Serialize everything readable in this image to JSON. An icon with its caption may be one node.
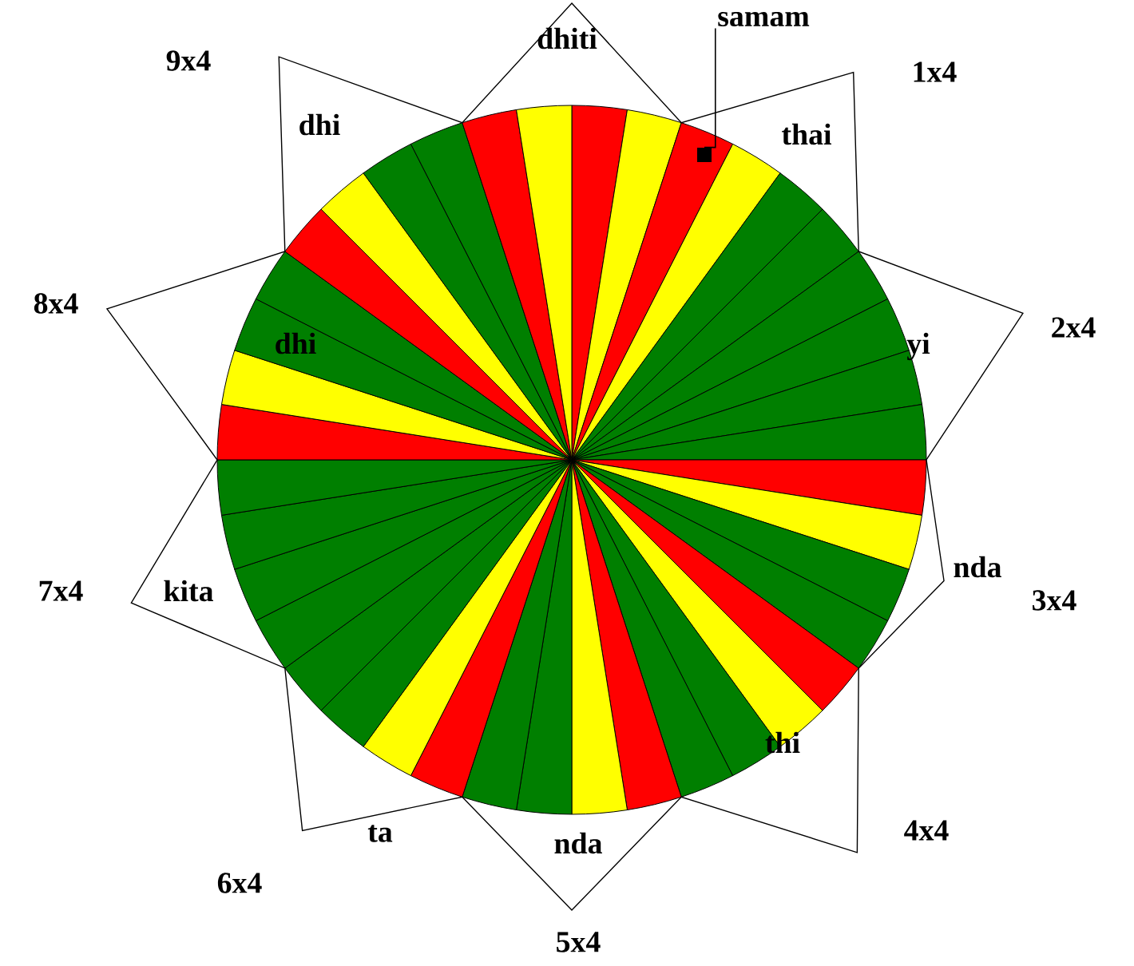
{
  "diagram": {
    "nodes": [
      {
        "text": [
          "samam"
        ]
      },
      {
        "text": [],
        "shape": "box"
      }
    ],
    "edges": [
      {
        "from": 0,
        "to": 1,
        "arrow": "none"
      }
    ],
    "labels": [
      "dhiti",
      "9x4",
      "1x4",
      "thai",
      "dhi",
      "2x4",
      "yi",
      "8x4",
      "dhi",
      "kita",
      "7x4",
      "nda",
      "3x4",
      "thi",
      "ta",
      "6x4",
      "4x4",
      "nda",
      "5x4"
    ]
  }
}
